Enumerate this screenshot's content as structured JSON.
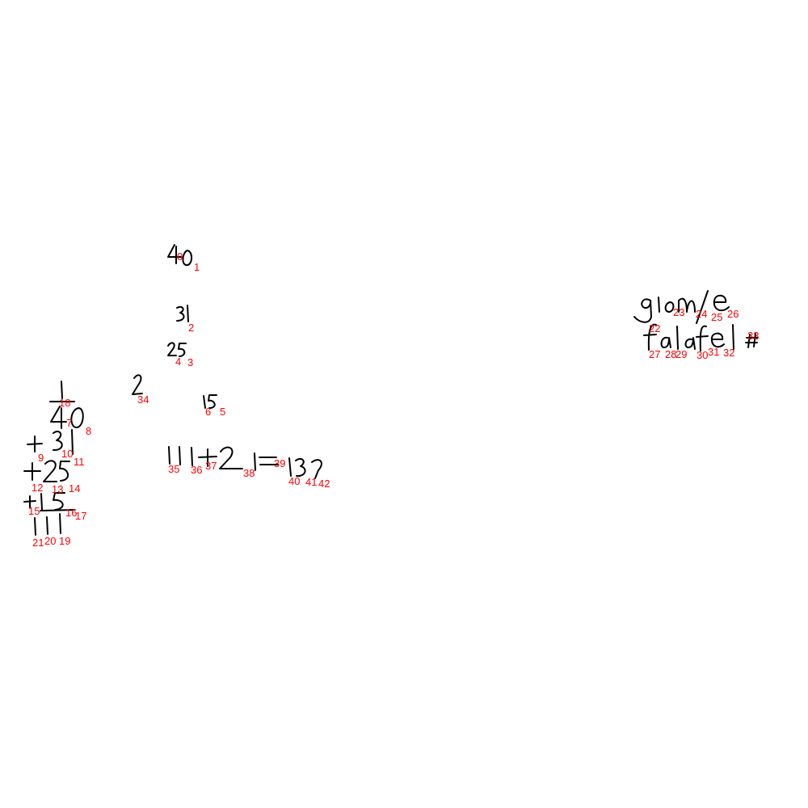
{
  "ink_color": "#000000",
  "label_color": "#ff0000",
  "handwritten_texts": [
    "40",
    "31",
    "25",
    "2",
    "15",
    "111+21=132",
    "1",
    "40",
    "+31",
    "+25",
    "+15",
    "111",
    "glom/e",
    "falafel #"
  ],
  "stroke_labels": [
    "0",
    "1",
    "2",
    "3",
    "4",
    "5",
    "6",
    "7",
    "8",
    "9",
    "10",
    "11",
    "12",
    "13",
    "14",
    "15",
    "16",
    "17",
    "18",
    "19",
    "20",
    "21",
    "22",
    "23",
    "24",
    "25",
    "26",
    "27",
    "28",
    "29",
    "30",
    "31",
    "32",
    "33",
    "34",
    "35",
    "36",
    "37",
    "38",
    "39",
    "40",
    "41",
    "42"
  ]
}
